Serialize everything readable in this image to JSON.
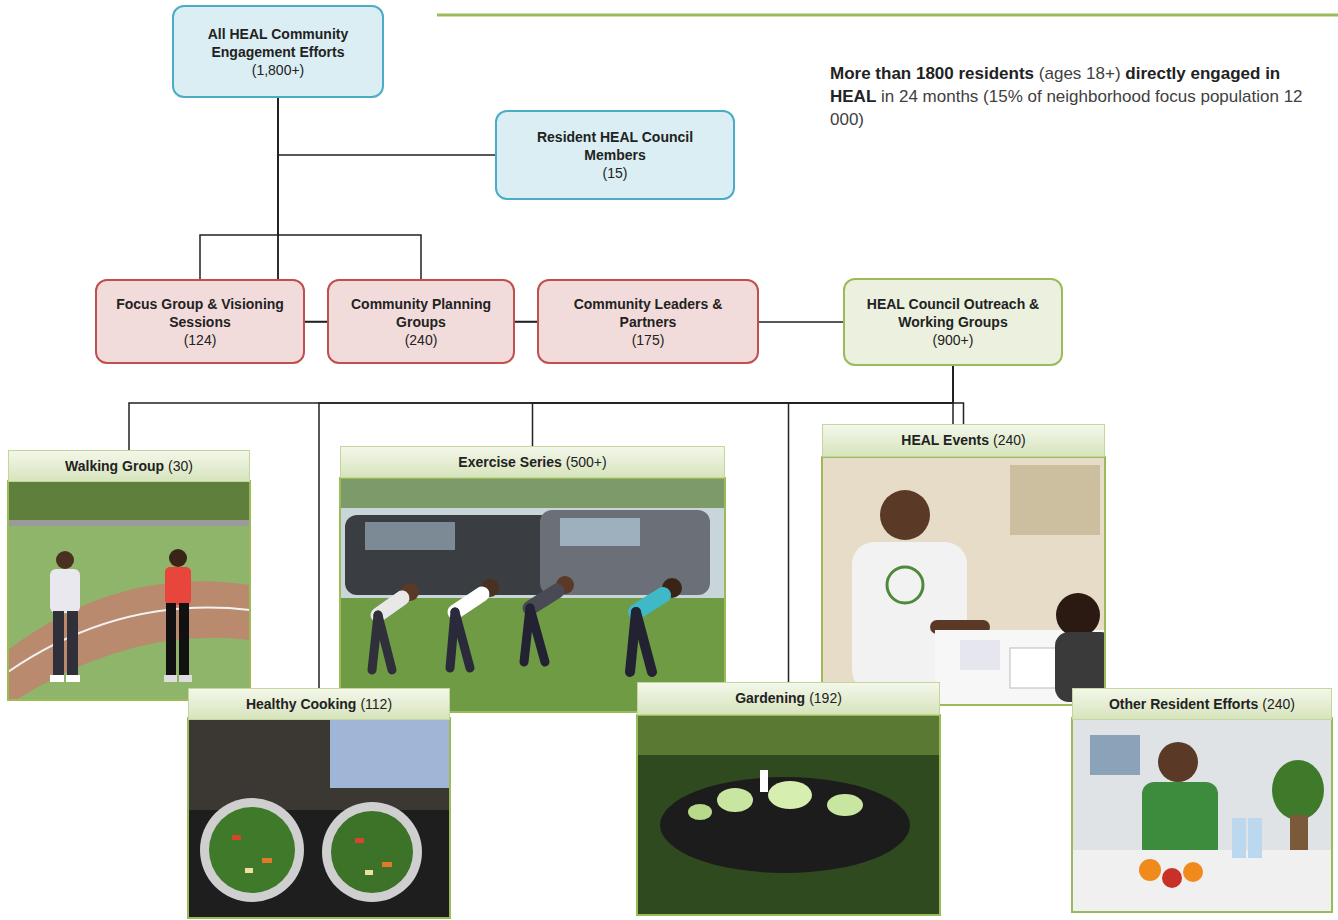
{
  "diagram": {
    "nodes": [
      {
        "text": [
          "All HEAL Community Engagement Efforts",
          "(1,800+)"
        ]
      },
      {
        "text": [
          "Resident HEAL Council Members",
          "(15)"
        ]
      },
      {
        "text": [
          "Focus Group & Visioning Sessions",
          "(124)"
        ]
      },
      {
        "text": [
          "Community Planning Groups",
          "(240)"
        ]
      },
      {
        "text": [
          "Community Leaders & Partners",
          "(175)"
        ]
      },
      {
        "text": [
          "HEAL Council Outreach & Working Groups",
          "(900+)"
        ]
      },
      {
        "text": [
          "Walking Group",
          "(30)"
        ]
      },
      {
        "text": [
          "Exercise Series",
          "(500+)"
        ]
      },
      {
        "text": [
          "HEAL Events",
          "(240)"
        ]
      },
      {
        "text": [
          "Healthy Cooking",
          "(112)"
        ]
      },
      {
        "text": [
          "Gardening",
          "(192)"
        ]
      },
      {
        "text": [
          "Other Resident Efforts",
          "(240)"
        ]
      }
    ],
    "edges": [
      {
        "from": 0,
        "to": 1,
        "arrow": "none"
      },
      {
        "from": 0,
        "to": 2,
        "arrow": "none"
      },
      {
        "from": 0,
        "to": 3,
        "arrow": "none"
      },
      {
        "from": 0,
        "to": 4,
        "arrow": "none"
      },
      {
        "from": 0,
        "to": 5,
        "arrow": "none"
      },
      {
        "from": 5,
        "to": 6,
        "arrow": "none"
      },
      {
        "from": 5,
        "to": 7,
        "arrow": "none"
      },
      {
        "from": 5,
        "to": 8,
        "arrow": "none"
      },
      {
        "from": 5,
        "to": 9,
        "arrow": "none"
      },
      {
        "from": 5,
        "to": 10,
        "arrow": "none"
      },
      {
        "from": 5,
        "to": 11,
        "arrow": "none"
      }
    ],
    "labels": [
      "More than 1800 residents",
      "(ages 18+)",
      "directly engaged in HEAL",
      "in 24 months (15% of neighborhood focus population 12 000)"
    ]
  }
}
